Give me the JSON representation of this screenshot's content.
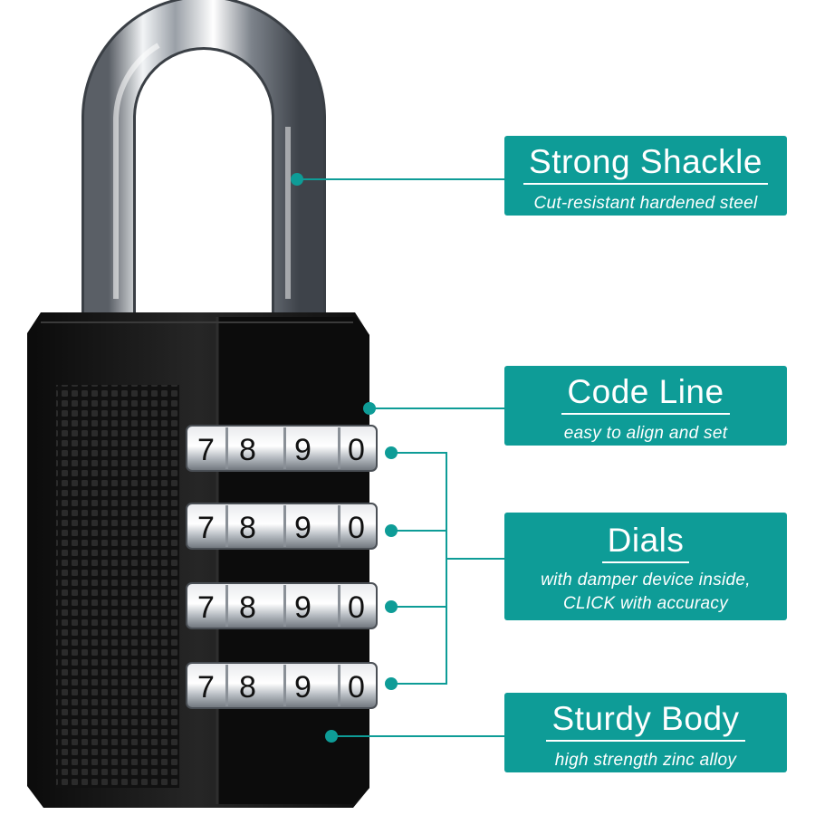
{
  "callouts": [
    {
      "title": "Strong Shackle",
      "subtitle": "Cut-resistant hardened steel"
    },
    {
      "title": "Code Line",
      "subtitle": "easy to align and set"
    },
    {
      "title": "Dials",
      "subtitle_line1": "with damper device inside,",
      "subtitle_line2": "CLICK with accuracy"
    },
    {
      "title": "Sturdy Body",
      "subtitle": "high strength zinc alloy"
    }
  ],
  "dials": [
    {
      "digits": [
        "7",
        "8",
        "9",
        "0"
      ]
    },
    {
      "digits": [
        "7",
        "8",
        "9",
        "0"
      ]
    },
    {
      "digits": [
        "7",
        "8",
        "9",
        "0"
      ]
    },
    {
      "digits": [
        "7",
        "8",
        "9",
        "0"
      ]
    }
  ],
  "colors": {
    "accent": "#0e9c97",
    "body": "#141414",
    "text": "#ffffff"
  }
}
